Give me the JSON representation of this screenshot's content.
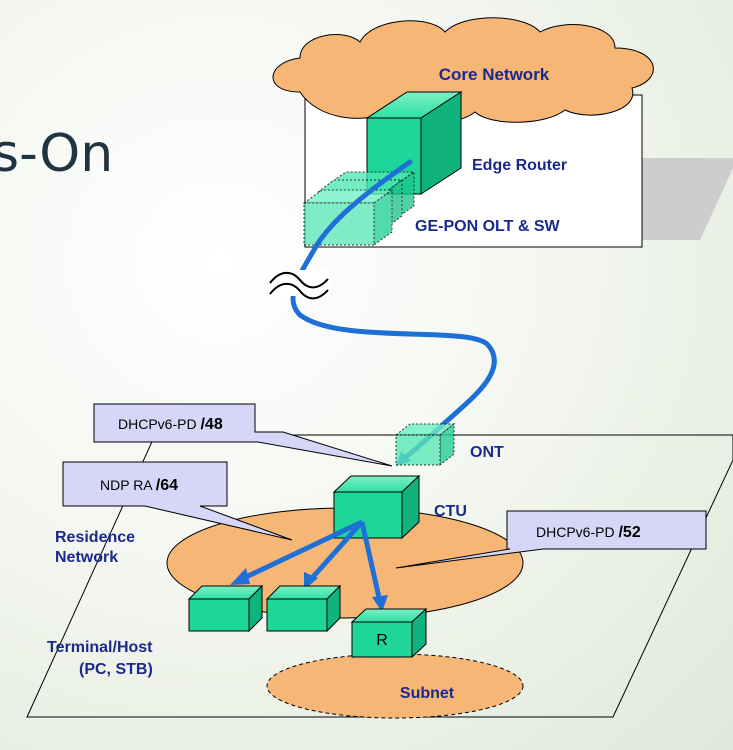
{
  "title_fragment": "s-On",
  "cloud": {
    "label": "Core Network"
  },
  "devices": {
    "edge_router": "Edge Router",
    "olt": "GE-PON OLT & SW",
    "ont": "ONT",
    "ctu": "CTU",
    "router": "R"
  },
  "callouts": {
    "dhcp48": {
      "prefix": "DHCPv6-PD ",
      "value": "/48"
    },
    "ndp64": {
      "prefix": "NDP RA ",
      "value": "/64"
    },
    "dhcp52": {
      "prefix": "DHCPv6-PD ",
      "value": "/52"
    }
  },
  "areas": {
    "residence_line1": "Residence",
    "residence_line2": "Network",
    "terminal_line1": "Terminal/Host",
    "terminal_line2": "(PC, STB)",
    "subnet": "Subnet"
  },
  "colors": {
    "device_green": "#1fd69a",
    "link_blue": "#1e6fd6",
    "residence_orange": "#f5b676",
    "callout_fill": "#d6d6f8",
    "label_blue": "#1a2a8c"
  }
}
